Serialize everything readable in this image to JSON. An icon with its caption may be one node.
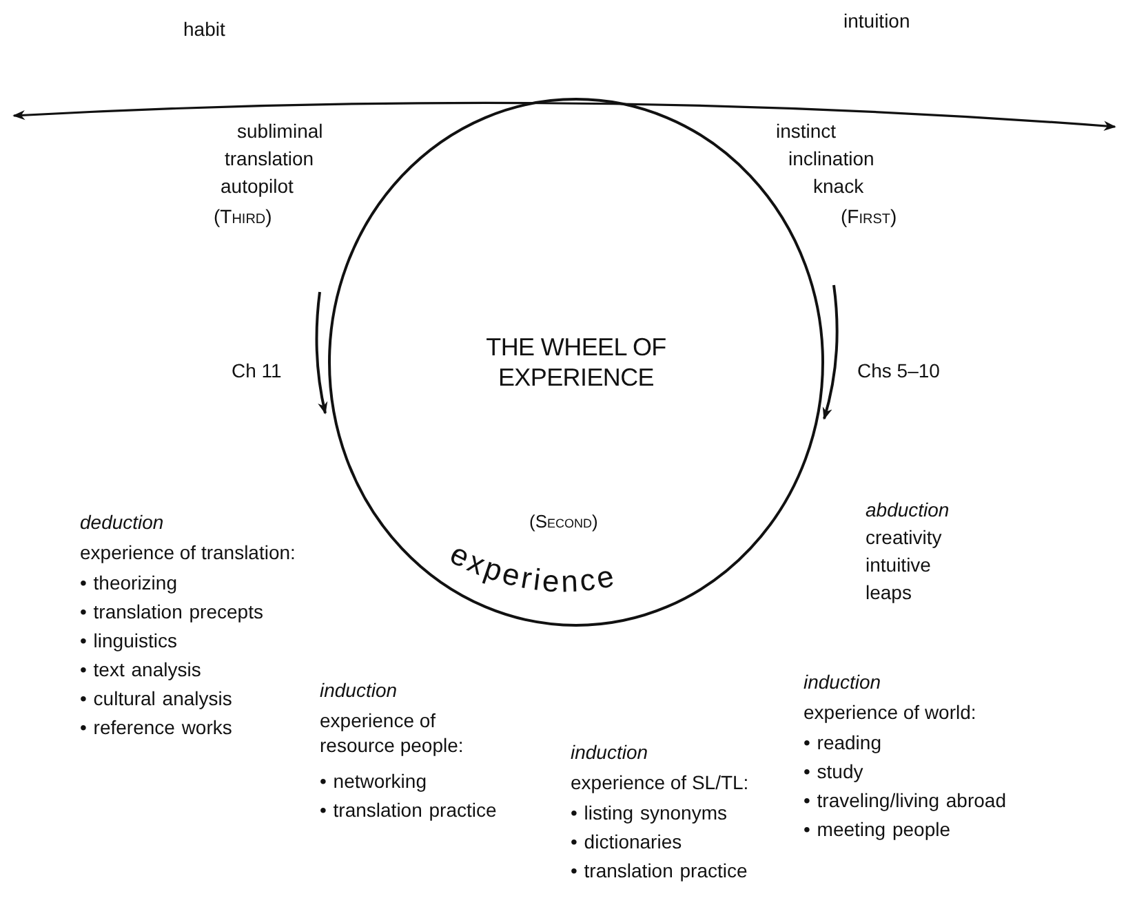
{
  "diagram": {
    "nodes": [
      {
        "text": [
          "THE WHEEL OF EXPERIENCE",
          "(Second)",
          "experience"
        ]
      }
    ],
    "labels": [
      "habit",
      "intuition",
      "subliminal",
      "translation",
      "autopilot",
      "(Third)",
      "instinct",
      "inclination",
      "knack",
      "(First)",
      "Ch 11",
      "Chs 5–10",
      "abduction",
      "creativity",
      "intuitive",
      "leaps",
      "deduction",
      "experience of translation:",
      "• theorizing",
      "• translation precepts",
      "• linguistics",
      "• text analysis",
      "• cultural analysis",
      "• reference works",
      "induction",
      "experience of resource people:",
      "• networking",
      "• translation practice",
      "induction",
      "experience of world:",
      "• reading",
      "• study",
      "• traveling/living abroad",
      "• meeting people",
      "induction",
      "experience of SL/TL:",
      "• listing synonyms",
      "• dictionaries",
      "• translation practice"
    ]
  }
}
